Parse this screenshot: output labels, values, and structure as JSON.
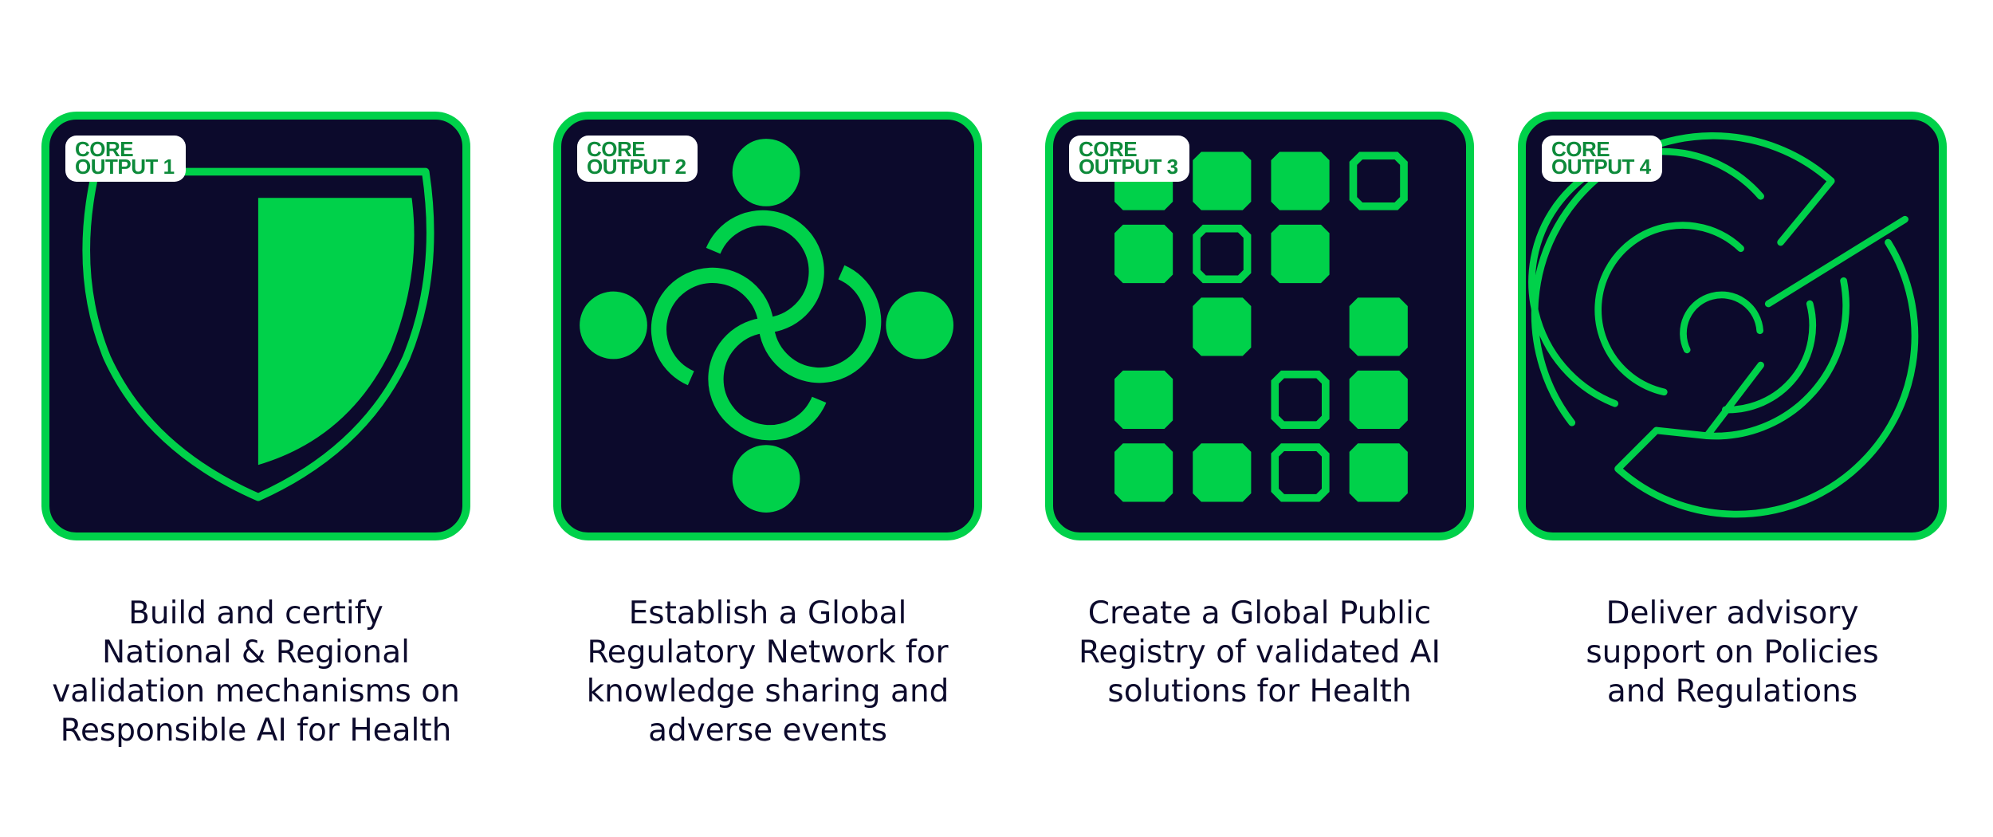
{
  "colors": {
    "accent": "#00d14a",
    "card_background": "#0c0a2c",
    "badge_text": "#0d8a3a",
    "caption_text": "#0c0a2c"
  },
  "outputs": [
    {
      "badge_line1": "CORE",
      "badge_line2": "OUTPUT 1",
      "icon": "shield-icon",
      "caption": [
        "Build and certify",
        "National & Regional",
        "validation mechanisms on",
        "Responsible AI for Health"
      ]
    },
    {
      "badge_line1": "CORE",
      "badge_line2": "OUTPUT 2",
      "icon": "network-icon",
      "caption": [
        "Establish a Global",
        "Regulatory Network for",
        "knowledge sharing and",
        "adverse events"
      ]
    },
    {
      "badge_line1": "CORE",
      "badge_line2": "OUTPUT 3",
      "icon": "registry-grid-icon",
      "caption": [
        "Create a Global Public",
        "Registry of validated AI",
        "solutions for Health"
      ]
    },
    {
      "badge_line1": "CORE",
      "badge_line2": "OUTPUT 4",
      "icon": "maze-icon",
      "caption": [
        "Deliver advisory",
        "support on Policies",
        "and Regulations"
      ]
    }
  ]
}
